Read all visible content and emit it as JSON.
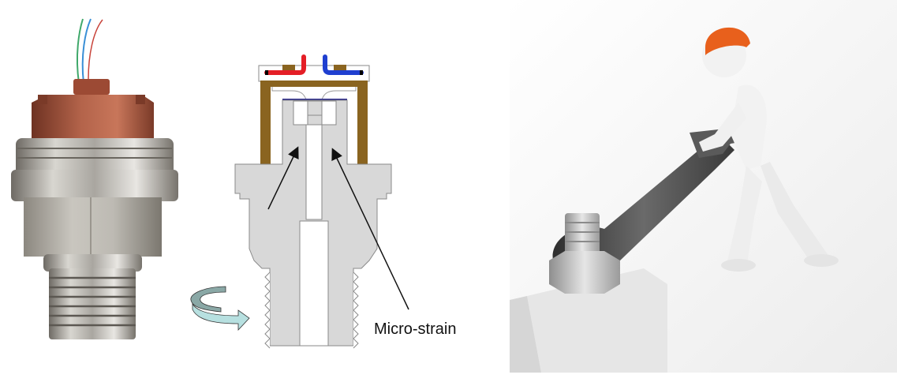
{
  "photo": {
    "subject": "pressure-sensor-photo",
    "wire_colors": [
      "#3fa86a",
      "#3a8fd6",
      "#c8433a"
    ],
    "colors": {
      "cap": "#a0503a",
      "metal": "#b8b4ac",
      "metal_dark": "#7d7a74"
    }
  },
  "diagram": {
    "label": "Micro-strain",
    "colors": {
      "body": "#d8d8d8",
      "outline": "#8a8a8a",
      "housing": "#8a6420",
      "wire_left": "#e41e26",
      "wire_right": "#1f3fd0",
      "membrane": "#2c2a8c",
      "arrow": "#111111",
      "rotation_dark": "#8aa8a6",
      "rotation_light": "#b7e0e0"
    }
  },
  "illustration": {
    "subject": "worker-with-wrench",
    "colors": {
      "helmet": "#e8601c",
      "figure": "#f2f2f2",
      "wrench": "#4a4a4a",
      "bolt": "#c8c8c8",
      "block": "#e6e6e6"
    }
  }
}
